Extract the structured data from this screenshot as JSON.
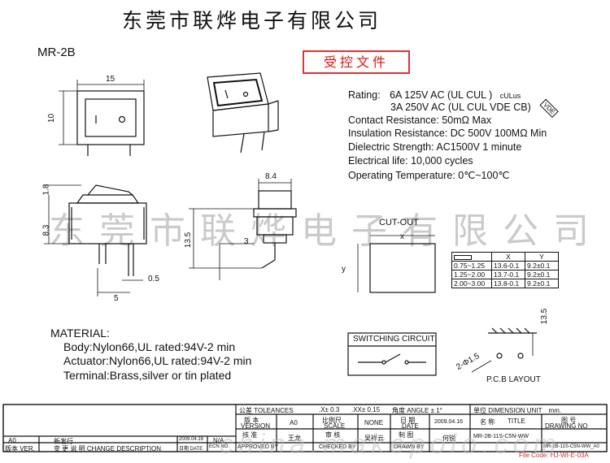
{
  "header": {
    "company": "东莞市联烨电子有限公司",
    "model": "MR-2B",
    "stamp": "受控文件"
  },
  "specs": {
    "rating_label": "Rating:",
    "rating_1": "6A 125V AC (UL  CUL  )",
    "rating_2": "3A 250V AC (UL  CUL  VDE  CB)",
    "ul_mark": "cULus",
    "vde_mark": "VDE",
    "contact": "Contact Resistance: 50mΩ Max",
    "insulation": "Insulation Resistance: DC 500V 100MΩ Min",
    "dielectric": "Dielectric Strength: AC1500V 1 minute",
    "life": "Electrical life: 10,000 cycles",
    "temperature": "Operating Temperature: 0℃~100℃"
  },
  "material": {
    "title": "MATERIAL:",
    "body": "Body:Nylon66,UL rated:94V-2 min",
    "actuator": "Actuator:Nylon66,UL rated:94V-2 min",
    "terminal": "Terminal:Brass,silver or tin plated"
  },
  "dims": {
    "d15": "15",
    "d10": "10",
    "d84": "8.4",
    "d18": "1.8",
    "d83": "8.3",
    "d135": "13.5",
    "d3": "3",
    "d05": "0.5",
    "d5": "5",
    "d135b": "13.5",
    "d15hole": "2-Φ1.5"
  },
  "cutout": {
    "title": "CUT-OUT",
    "x": "x",
    "y": "y",
    "headers": [
      "",
      "X",
      "Y"
    ],
    "rows": [
      [
        "0.75~1.25",
        "13.6-0.1",
        "9.2±0.1"
      ],
      [
        "1.25~2.00",
        "13.7-0.1",
        "9.2±0.1"
      ],
      [
        "2.00~3.00",
        "13.8-0.1",
        "9.2±0.1"
      ]
    ]
  },
  "switching": "SWITCHING CIRCUIT",
  "pcb": "P.C.B LAYOUT",
  "titleblock": {
    "tol_cn": "公差",
    "tol": "TOLEANCES",
    "tol1": ".X± 0.3",
    "tol2": ".XX± 0.15",
    "angle_cn": "角度",
    "angle": "ANGLE ± 1°",
    "unit_cn": "单位",
    "unit": "DIMENSION UNIT",
    "mm": "mm.",
    "ver_cn": "版 本",
    "ver": "VERSION",
    "ver_val": "A0",
    "scale_cn": "比例尺",
    "scale": "SCALE",
    "scale_val": "NONE",
    "date_cn": "日 期",
    "date": "DATE",
    "date_val": "2009.04.16",
    "title_cn": "名 称",
    "title": "TITLE",
    "dwg_cn": "图 号",
    "dwg": "DRAWING NO",
    "rev_a0": "A0",
    "rev_new": "新发行",
    "rev_date": "2009.04.16",
    "rev_na": "N/A",
    "appr_cn": "核 准",
    "appr": "APPROVED BY",
    "appr_name": "王龙",
    "chk_cn": "审 核",
    "chk": "CHECKED BY",
    "chk_name": "吴祥云",
    "drw_cn": "制 图",
    "drw": "DRAWN BY",
    "drw_name": "何锐",
    "part_no": "MR-2B-11S-C5N-WW",
    "dwg_no": "MR-2B-11S-C5N-WW_A0",
    "col_ver_cn": "版本",
    "col_ver": "版本 VER.",
    "col_desc": "变 更 说 明  CHANGE DESCRIPTION",
    "col_date": "日期 DATE",
    "col_ecn": "ECN NO."
  },
  "watermark": "东莞市联烨电子有限公司",
  "watermark2": "china.makepolo.com",
  "file_code": "File Code: HJ-WI-E-03A"
}
